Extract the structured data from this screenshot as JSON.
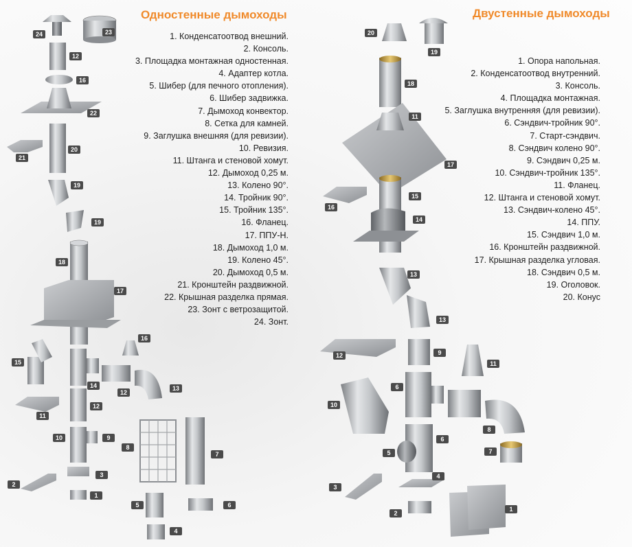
{
  "left": {
    "title": "Одностенные дымоходы",
    "items": [
      "1. Конденсатоотвод внешний.",
      "2. Консоль.",
      "3. Площадка монтажная одностенная.",
      "4. Адаптер котла.",
      "5. Шибер (для печного отопления).",
      "6. Шибер задвижка.",
      "7. Дымоход конвектор.",
      "8. Сетка для камней.",
      "9. Заглушка внешняя (для ревизии).",
      "10. Ревизия.",
      "11. Штанга и стеновой хомут.",
      "12. Дымоход 0,25 м.",
      "13. Колено 90°.",
      "14. Тройник 90°.",
      "15. Тройник 135°.",
      "16.  Фланец.",
      "17. ППУ-Н.",
      "18. Дымоход 1,0 м.",
      "19. Колено 45°.",
      "20. Дымоход 0,5 м.",
      "21. Кронштейн раздвижной.",
      "22. Крышная разделка прямая.",
      "23. Зонт с ветрозащитой.",
      "24. Зонт."
    ]
  },
  "right": {
    "title": "Двустенные дымоходы",
    "items": [
      "1. Опора напольная.",
      "2. Конденсатоотвод внутренний.",
      "3. Консоль.",
      "4. Площадка монтажная.",
      "5. Заглушка внутренняя (для ревизии).",
      "6.  Сэндвич-тройник 90°.",
      "7. Старт-сэндвич.",
      "8. Сэндвич колено 90°.",
      "9. Сэндвич 0,25 м.",
      "10. Сэндвич-тройник 135°.",
      "11. Фланец.",
      "12. Штанга и стеновой хомут.",
      "13. Сэндвич-колено 45°.",
      "14. ППУ.",
      "15. Сэндвич 1,0 м.",
      "16. Кронштейн раздвижной.",
      "17. Крышная разделка угловая.",
      "18. Сэндвич 0,5 м.",
      "19. Оголовок.",
      "20. Конус"
    ]
  },
  "colors": {
    "title": "#f08a2a",
    "badge": "#4a4a4a",
    "steel": "#b9bcbf",
    "brass": "#c9a24a"
  },
  "badges_left": [
    "24",
    "23",
    "12",
    "16",
    "22",
    "21",
    "20",
    "19",
    "19",
    "18",
    "17",
    "16",
    "15",
    "14",
    "12",
    "13",
    "12",
    "11",
    "10",
    "9",
    "8",
    "7",
    "3",
    "2",
    "1",
    "5",
    "6",
    "4"
  ],
  "badges_right": [
    "20",
    "19",
    "18",
    "11",
    "17",
    "15",
    "16",
    "14",
    "13",
    "13",
    "12",
    "9",
    "11",
    "6",
    "10",
    "8",
    "7",
    "6",
    "5",
    "4",
    "3",
    "2",
    "1"
  ]
}
